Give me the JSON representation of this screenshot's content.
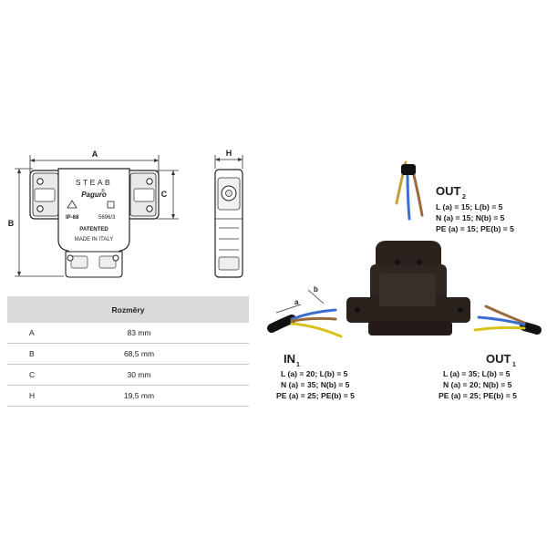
{
  "drawing": {
    "dim_a": "A",
    "dim_b": "B",
    "dim_c": "C",
    "dim_h": "H",
    "brand": "STEAB",
    "model": "Paguro",
    "ip_rating": "IP-68",
    "code": "5696/3",
    "patented": "PATENTED",
    "made_in": "MADE IN ITALY"
  },
  "table": {
    "header": "Rozměry",
    "rows": [
      {
        "key": "A",
        "value": "83 mm"
      },
      {
        "key": "B",
        "value": "68,5 mm"
      },
      {
        "key": "C",
        "value": "30 mm"
      },
      {
        "key": "H",
        "value": "19,5 mm"
      }
    ]
  },
  "wiring": {
    "strip_a": "a",
    "strip_b": "b",
    "out2": {
      "label": "OUT",
      "sub": "2",
      "lines": [
        "L (a) = 15; L(b) = 5",
        "N (a) = 15; N(b) = 5",
        "PE (a) = 15; PE(b) = 5"
      ]
    },
    "in1": {
      "label": "IN",
      "sub": "1",
      "lines": [
        "L (a) = 20; L(b) = 5",
        "N (a) = 35; N(b) = 5",
        "PE (a) = 25; PE(b) = 5"
      ]
    },
    "out1": {
      "label": "OUT",
      "sub": "1",
      "lines": [
        "L (a) = 35; L(b) = 5",
        "N (a) = 20; N(b) = 5",
        "PE (a) = 25; PE(b) = 5"
      ]
    }
  },
  "colors": {
    "wire_brown": "#8a5a2b",
    "wire_blue": "#2a5fc0",
    "wire_yellow_green": "#d8c21a",
    "body_dark": "#2b211d"
  }
}
